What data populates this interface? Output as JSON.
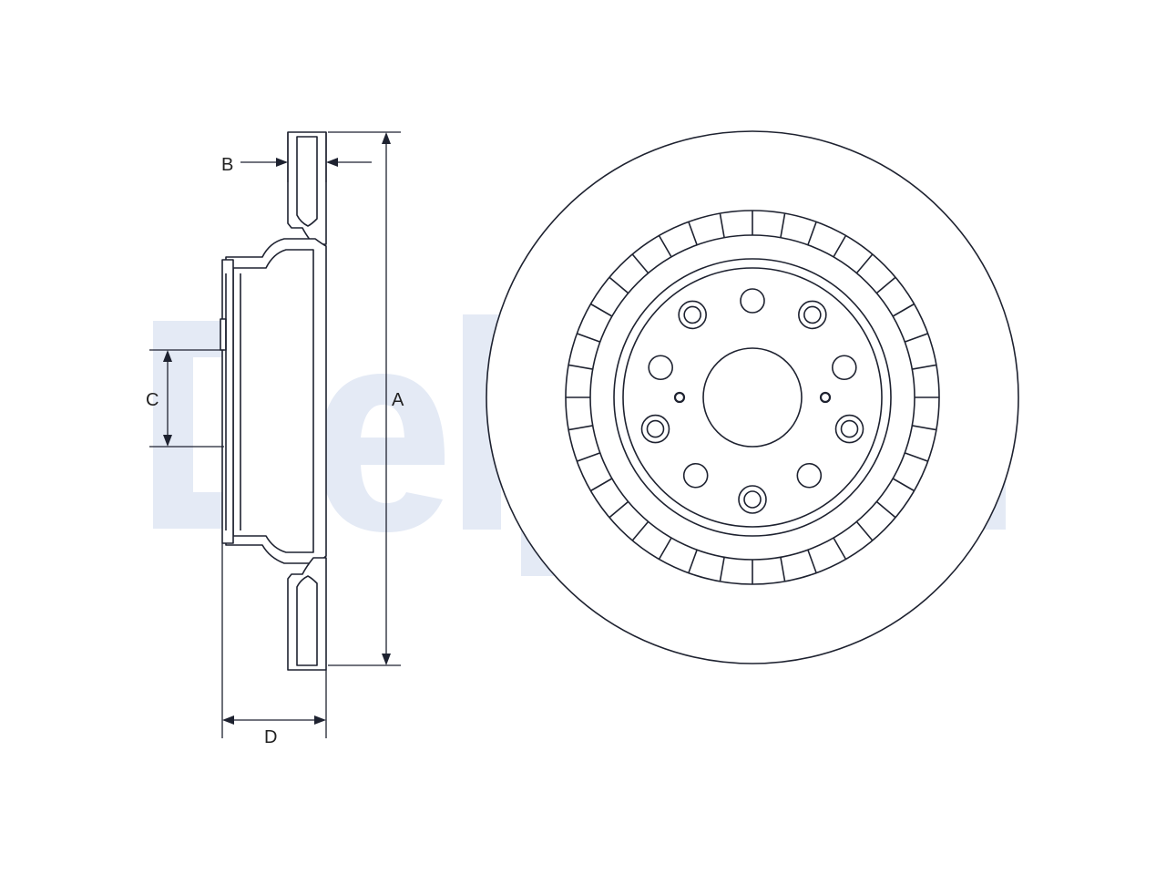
{
  "watermark": {
    "brand": "Delphi",
    "color": "#e4eaf5"
  },
  "dimensions": {
    "a": "A",
    "b": "B",
    "c": "C",
    "d": "D"
  },
  "colors": {
    "line": "#1e2230",
    "part_fill": "#ffffff"
  },
  "front_view": {
    "vent_slots": 36,
    "bolt_holes": 5,
    "secondary_holes": 5,
    "locating_pins": 2
  }
}
